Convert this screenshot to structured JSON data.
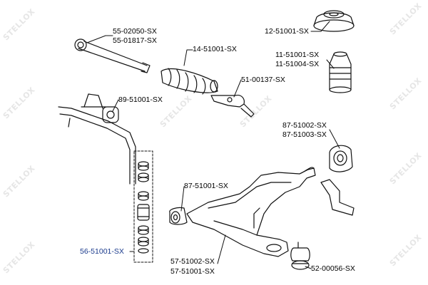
{
  "watermark": "STELLOX",
  "accent_color": "#1a3a8c",
  "parts": [
    {
      "id": "tie-rod-inner",
      "codes": [
        "55-02050-SX",
        "55-01817-SX"
      ]
    },
    {
      "id": "steering-boot",
      "codes": [
        "14-51001-SX"
      ]
    },
    {
      "id": "strut-mount",
      "codes": [
        "12-51001-SX"
      ]
    },
    {
      "id": "bump-stop",
      "codes": [
        "11-51001-SX",
        "11-51004-SX"
      ]
    },
    {
      "id": "tie-rod-end",
      "codes": [
        "51-00137-SX"
      ]
    },
    {
      "id": "stabilizer-bushing",
      "codes": [
        "89-51001-SX"
      ]
    },
    {
      "id": "arm-bushing-rear",
      "codes": [
        "87-51002-SX",
        "87-51003-SX"
      ]
    },
    {
      "id": "arm-bushing-front",
      "codes": [
        "87-51001-SX"
      ]
    },
    {
      "id": "control-arm",
      "codes": [
        "57-51002-SX",
        "57-51001-SX"
      ]
    },
    {
      "id": "stabilizer-link",
      "codes": [
        "56-51001-SX"
      ]
    },
    {
      "id": "ball-joint",
      "codes": [
        "52-00056-SX"
      ]
    }
  ]
}
